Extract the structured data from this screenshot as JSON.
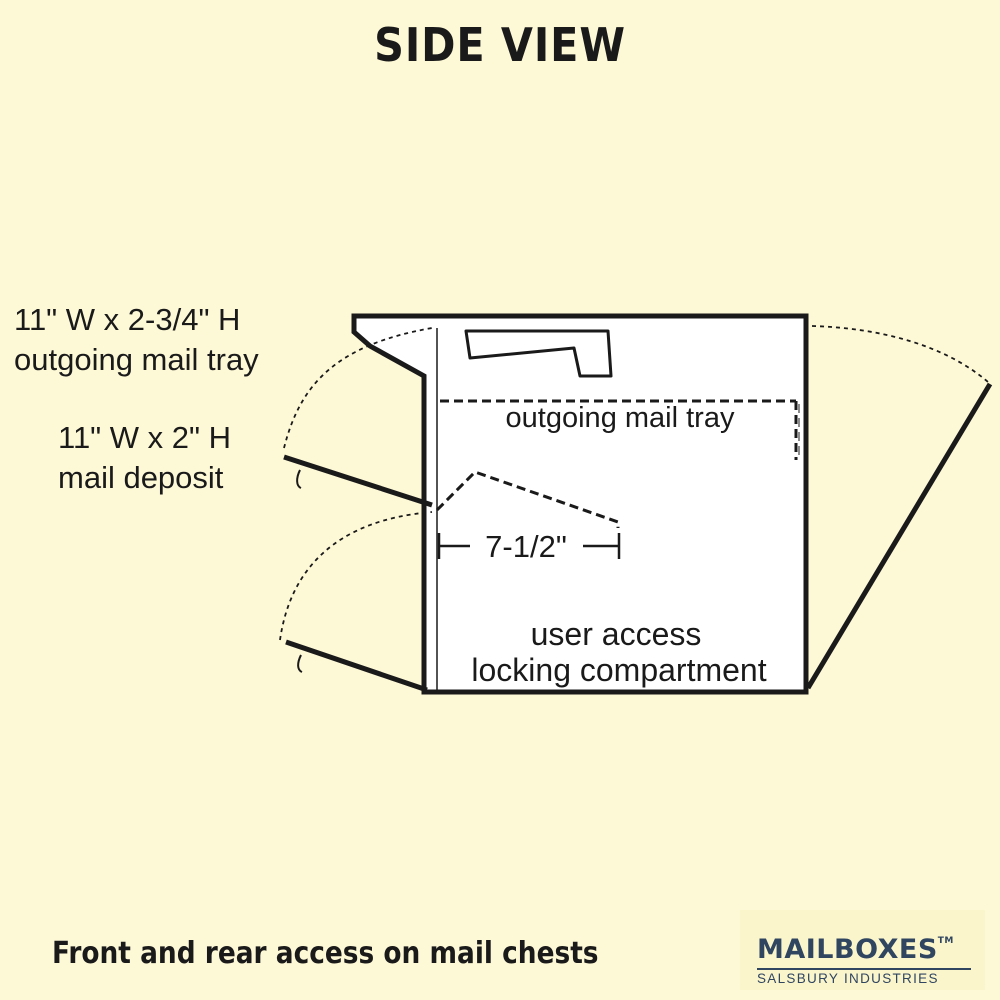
{
  "title": "SIDE VIEW",
  "callouts": {
    "tray_dims": "11\" W x 2-3/4\" H",
    "tray_name": "outgoing mail tray",
    "deposit_dims": "11\" W x 2\" H",
    "deposit_name": "mail deposit"
  },
  "diagram": {
    "tray_label": "outgoing mail tray",
    "depth_dimension": "7-1/2\"",
    "compartment_line1": "user access",
    "compartment_line2": "locking compartment"
  },
  "footer": "Front and rear access on mail chests",
  "logo": {
    "brand": "MAILBOXES",
    "trademark": "TM",
    "subtitle": "SALSBURY INDUSTRIES",
    "color": "#2f4560"
  },
  "colors": {
    "background": "#fdf8d6",
    "ink": "#1a1a1a"
  }
}
